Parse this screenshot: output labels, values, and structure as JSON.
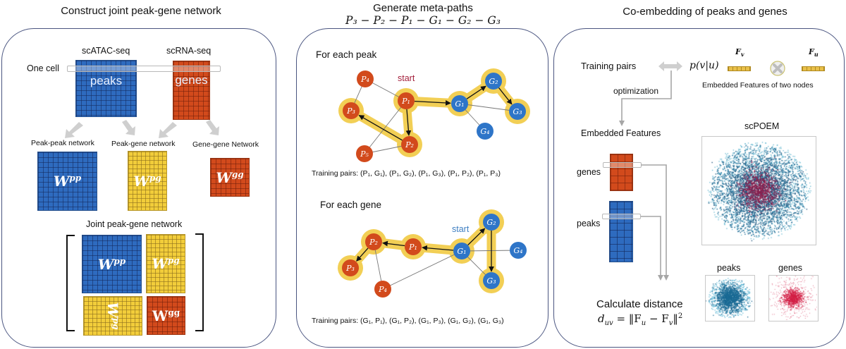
{
  "panels": {
    "construct": {
      "title": "Construct joint peak-gene network",
      "scatac_label": "scATAC-seq",
      "scrna_label": "scRNA-seq",
      "one_cell_label": "One cell",
      "peaks_matrix_label": "peaks",
      "genes_matrix_label": "genes",
      "peak_peak_network_label": "Peak-peak network",
      "peak_gene_network_label": "Peak-gene network",
      "gene_gene_network_label": "Gene-gene Network",
      "w_base": "W",
      "w_pp_sup": "pp",
      "w_pg_sup": "pg",
      "w_gg_sup": "gg",
      "joint_network_label": "Joint peak-gene network"
    },
    "metapaths": {
      "title": "Generate meta-paths",
      "formula": "P₃ − P₂ − P₁ − G₁ − G₂ − G₃",
      "peak_section_label": "For each peak",
      "gene_section_label": "For each gene",
      "start_label": "start",
      "peak_training_pairs": "Training pairs: (P₁, G₁), (P₁, G₂), (P₁, G₃), (P₁, P₂), (P₁, P₃)",
      "gene_training_pairs": "Training pairs: (G₁, P₁), (G₁, P₂), (G₁, P₃), (G₁, G₂), (G₁, G₃)",
      "peak_graph": {
        "nodes": [
          {
            "id": "P4",
            "label": "P₄",
            "type": "peak"
          },
          {
            "id": "P1",
            "label": "P₁",
            "type": "peak",
            "highlight": true
          },
          {
            "id": "P3",
            "label": "P₃",
            "type": "peak",
            "highlight": true
          },
          {
            "id": "P2",
            "label": "P₂",
            "type": "peak",
            "highlight": true
          },
          {
            "id": "P5",
            "label": "P₅",
            "type": "peak"
          },
          {
            "id": "G1",
            "label": "G₁",
            "type": "gene",
            "highlight": true
          },
          {
            "id": "G2",
            "label": "G₂",
            "type": "gene",
            "highlight": true
          },
          {
            "id": "G3",
            "label": "G₃",
            "type": "gene",
            "highlight": true
          },
          {
            "id": "G4",
            "label": "G₄",
            "type": "gene"
          }
        ],
        "edges": [
          [
            "P4",
            "P1"
          ],
          [
            "P4",
            "P3"
          ],
          [
            "P1",
            "P5"
          ],
          [
            "P5",
            "P2"
          ],
          [
            "G1",
            "G3"
          ],
          [
            "G1",
            "G4"
          ]
        ],
        "path_arrows": [
          [
            "P1",
            "G1"
          ],
          [
            "G1",
            "G2"
          ],
          [
            "G2",
            "G3"
          ],
          [
            "P1",
            "P2"
          ],
          [
            "P2",
            "P3"
          ]
        ],
        "start_node": "P1"
      },
      "gene_graph": {
        "nodes": [
          {
            "id": "P2",
            "label": "P₂",
            "type": "peak",
            "highlight": true
          },
          {
            "id": "P1",
            "label": "P₁",
            "type": "peak",
            "highlight": true
          },
          {
            "id": "P3",
            "label": "P₃",
            "type": "peak",
            "highlight": true
          },
          {
            "id": "P4",
            "label": "P₄",
            "type": "peak"
          },
          {
            "id": "G1",
            "label": "G₁",
            "type": "gene",
            "highlight": true
          },
          {
            "id": "G2",
            "label": "G₂",
            "type": "gene",
            "highlight": true
          },
          {
            "id": "G3",
            "label": "G₃",
            "type": "gene",
            "highlight": true
          },
          {
            "id": "G4",
            "label": "G₄",
            "type": "gene"
          }
        ],
        "edges": [
          [
            "P2",
            "P4"
          ],
          [
            "P4",
            "G1"
          ],
          [
            "G1",
            "G4"
          ],
          [
            "G1",
            "G3"
          ]
        ],
        "path_arrows": [
          [
            "G1",
            "P1"
          ],
          [
            "P1",
            "P2"
          ],
          [
            "P2",
            "P3"
          ],
          [
            "G1",
            "G2"
          ],
          [
            "G2",
            "G3"
          ]
        ],
        "start_node": "G1"
      }
    },
    "coembed": {
      "title": "Co-embedding of peaks and genes",
      "training_pairs_label": "Training pairs",
      "prob_label": "p(v|u)",
      "fv_label": "F",
      "fv_sub": "v",
      "fu_label": "F",
      "fu_sub": "u",
      "embedded_two_nodes_label": "Embedded Features of two nodes",
      "optimization_label": "optimization",
      "embedded_features_label": "Embedded Features",
      "genes_label": "genes",
      "peaks_label": "peaks",
      "calc_distance_label": "Calculate distance",
      "distance_formula": "d",
      "distance_sub": "uv",
      "distance_rhs": " = ‖F",
      "distance_rhs_sub_u": "u",
      "distance_minus": " − F",
      "distance_rhs_sub_v": "v",
      "distance_end": "‖",
      "distance_sup": "2",
      "scpoem_label": "scPOEM",
      "small_peaks_label": "peaks",
      "small_genes_label": "genes"
    }
  },
  "colors": {
    "peak": "#d24a1c",
    "gene": "#2e75c8",
    "highlight": "#f2cf55",
    "start_peak": "#a31f3a",
    "start_gene": "#3f7fc2",
    "border": "#4a5580",
    "scatter_peak": "#1a6a94",
    "scatter_gene": "#d21f45",
    "scatter_mix_center": "#8a1f4e"
  }
}
